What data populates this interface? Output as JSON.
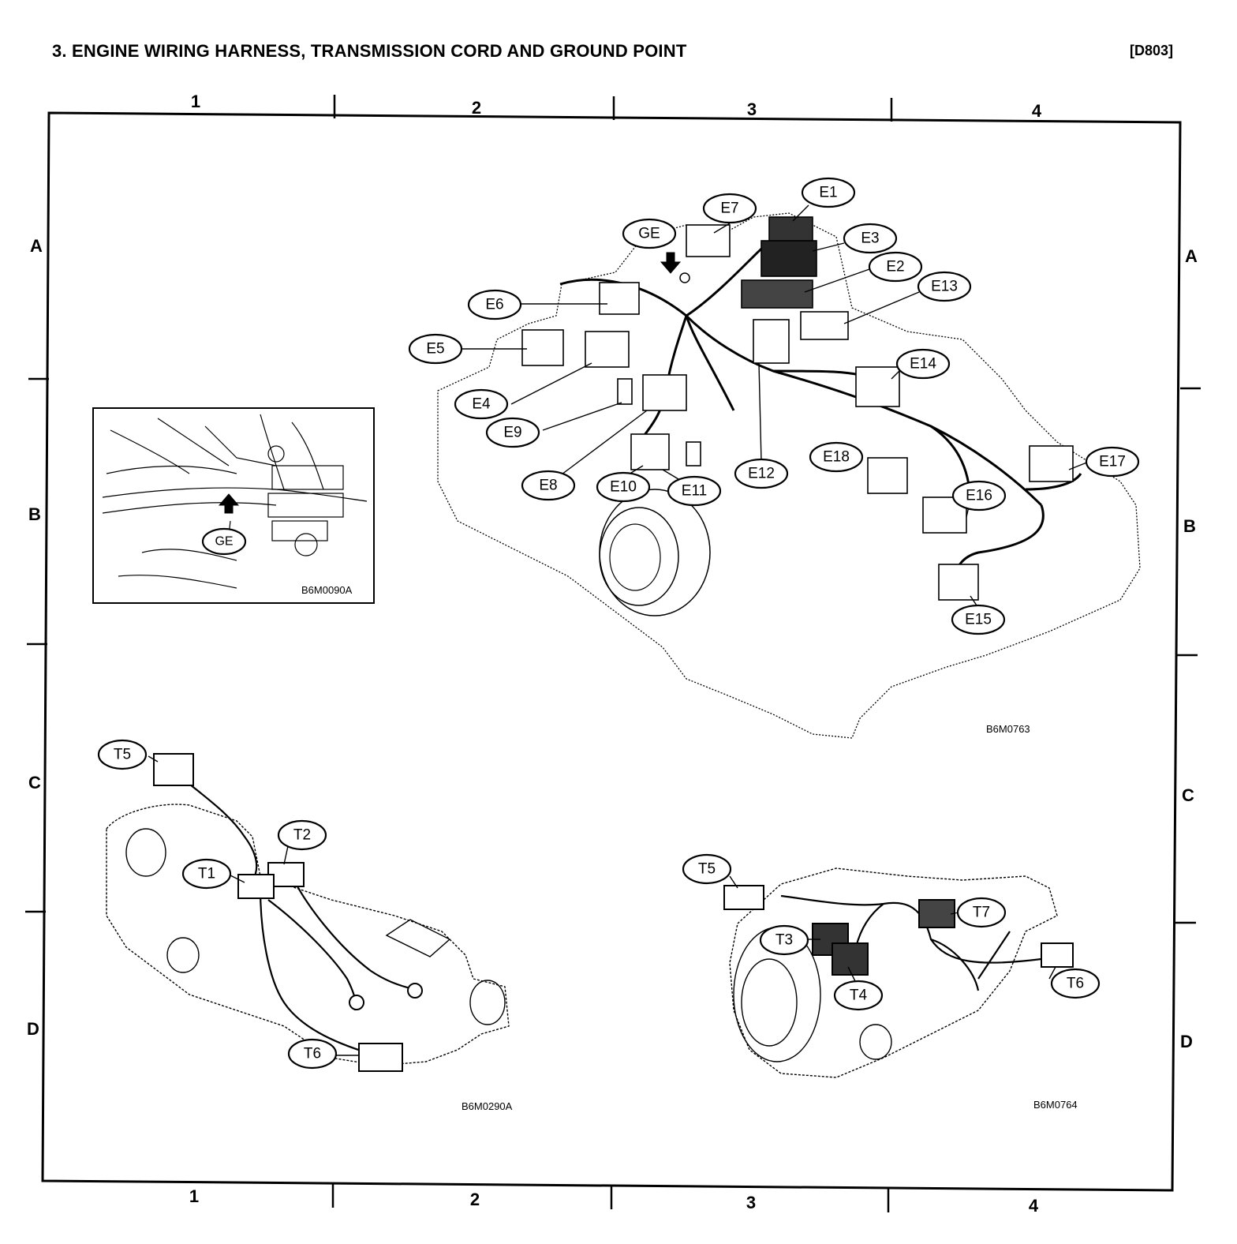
{
  "header": {
    "title": "3. ENGINE WIRING HARNESS, TRANSMISSION CORD AND GROUND POINT",
    "code": "[D803]"
  },
  "grid": {
    "columns": [
      "1",
      "2",
      "3",
      "4"
    ],
    "rows": [
      "A",
      "B",
      "C",
      "D"
    ]
  },
  "figures": {
    "inset_code": "B6M0090A",
    "engine_code": "B6M0763",
    "trans_left_code": "B6M0290A",
    "trans_right_code": "B6M0764"
  },
  "callouts": {
    "E1": "E1",
    "E2": "E2",
    "E3": "E3",
    "E4": "E4",
    "E5": "E5",
    "E6": "E6",
    "E7": "E7",
    "E8": "E8",
    "E9": "E9",
    "E10": "E10",
    "E11": "E11",
    "E12": "E12",
    "E13": "E13",
    "E14": "E14",
    "E15": "E15",
    "E16": "E16",
    "E17": "E17",
    "E18": "E18",
    "GE": "GE",
    "T1": "T1",
    "T2": "T2",
    "T3": "T3",
    "T4": "T4",
    "T5": "T5",
    "T6": "T6",
    "T7": "T7"
  }
}
